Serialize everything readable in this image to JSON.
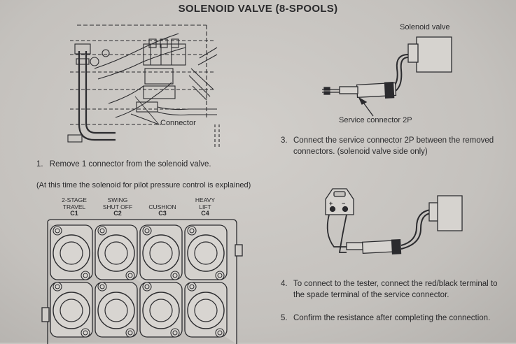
{
  "title": "SOLENOID VALVE (8-SPOOLS)",
  "labels": {
    "solenoid_valve": "Solenoid valve",
    "service_connector": "Service connector 2P",
    "connector": "Connector",
    "plus": "+",
    "minus": "−"
  },
  "steps": [
    {
      "num": "1.",
      "text": "Remove 1 connector from the solenoid valve."
    },
    {
      "num": "",
      "text": "(At this time the solenoid for pilot pressure control is explained)"
    },
    {
      "num": "3.",
      "text": "Connect the service connector 2P between the removed connectors. (solenoid valve side only)"
    },
    {
      "num": "4.",
      "text": "To connect to the tester, connect the red/black terminal to the spade terminal of the service connector."
    },
    {
      "num": "5.",
      "text": "Confirm the resistance after completing the connection."
    }
  ],
  "coils": [
    {
      "name_line1": "2-STAGE",
      "name_line2": "TRAVEL",
      "code": "C1"
    },
    {
      "name_line1": "SWING",
      "name_line2": "SHUT OFF",
      "code": "C2"
    },
    {
      "name_line1": "",
      "name_line2": "CUSHION",
      "code": "C3"
    },
    {
      "name_line1": "HEAVY",
      "name_line2": "LIFT",
      "code": "C4"
    }
  ]
}
